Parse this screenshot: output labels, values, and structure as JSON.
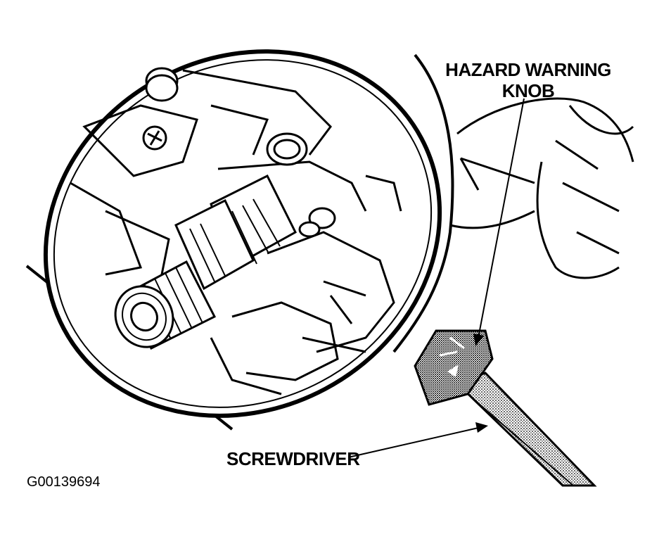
{
  "labels": {
    "hazard_line1": "HAZARD WARNING",
    "hazard_line2": "KNOB",
    "screwdriver": "SCREWDRIVER",
    "figure_id": "G00139694"
  },
  "colors": {
    "ink": "#000000",
    "paper": "#ffffff",
    "halftone": "#7a7a7a"
  }
}
